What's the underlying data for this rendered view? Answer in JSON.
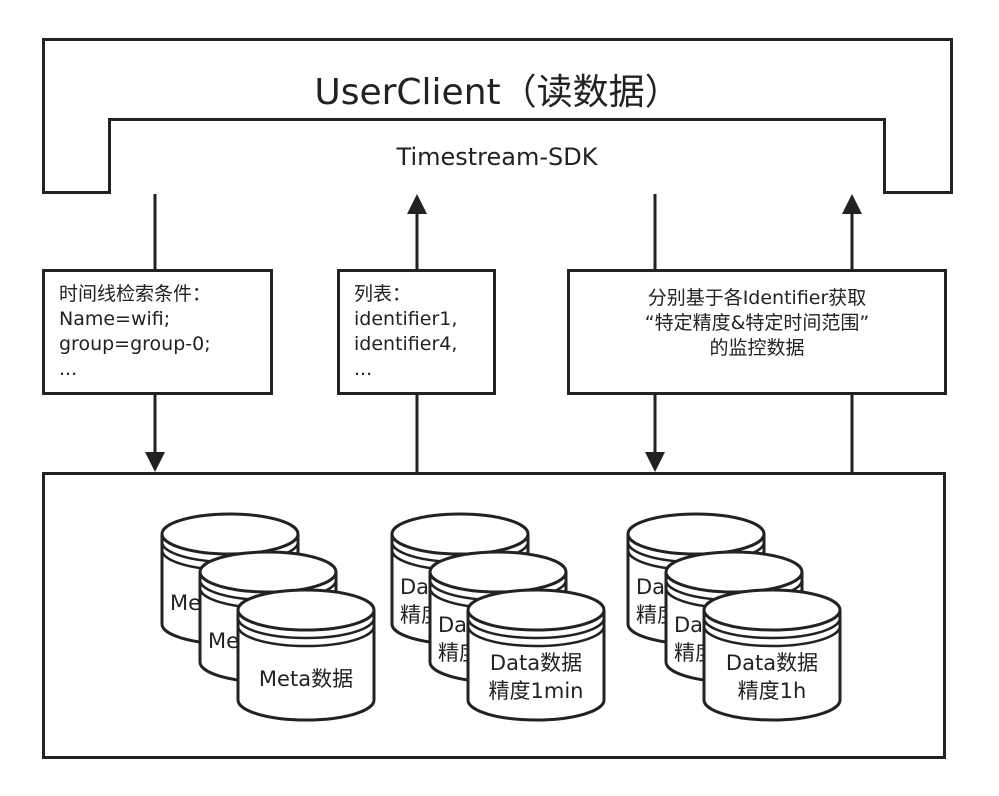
{
  "client": {
    "title": "UserClient（读数据）"
  },
  "sdk": {
    "label": "Timestream-SDK"
  },
  "query_label": {
    "lines": [
      "时间线检索条件：",
      "Name=wifi;",
      "group=group-0;",
      "..."
    ]
  },
  "list_label": {
    "lines": [
      "列表：",
      "identifier1,",
      "identifier4,",
      "..."
    ]
  },
  "fetch_label": {
    "lines": [
      "分别基于各Identifier获取",
      "“特定精度&特定时间范围”",
      "的监控数据"
    ]
  },
  "stores": {
    "meta": {
      "label": "Meta数据"
    },
    "data_min": {
      "label_line1": "Data数据",
      "label_line2": "精度1min"
    },
    "data_hour": {
      "label_line1": "Data数据",
      "label_line2": "精度1h"
    }
  },
  "colors": {
    "stroke": "#222222",
    "background": "#ffffff"
  }
}
